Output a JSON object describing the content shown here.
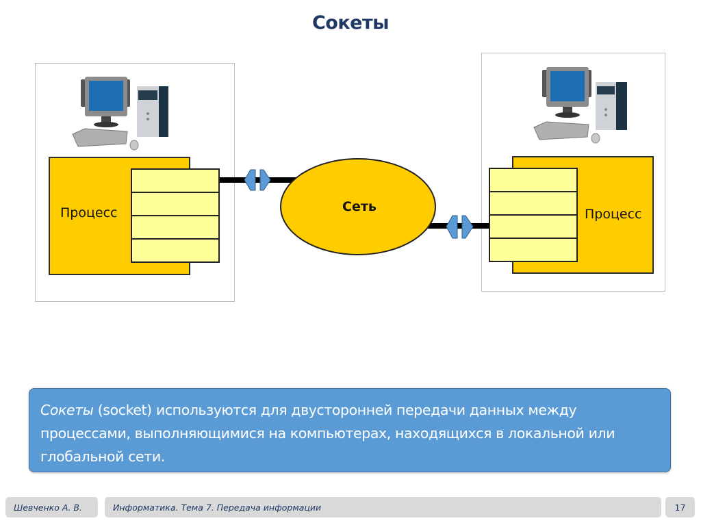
{
  "slide": {
    "title": "Сокеты",
    "diagram": {
      "left_process_label": "Процесс",
      "right_process_label": "Процесс",
      "network_label": "Сеть",
      "socket_rows": 4,
      "icons": [
        "desktop-computer-icon",
        "desktop-computer-icon",
        "connector-icon",
        "connector-icon"
      ]
    },
    "info": {
      "italic_term": "Сокеты",
      "text": " (socket) используются для двусторонней передачи данных между процессами, выполняющимися на компьютерах, находящихся в локальной или глобальной сети."
    },
    "footer": {
      "author": "Шевченко А. В.",
      "course": "Информатика. Тема 7. Передача информации",
      "page": "17"
    },
    "colors": {
      "process_fill": "#ffcc00",
      "socket_fill": "#ffff99",
      "info_box": "#5b9bd5",
      "connector": "#5b9bd5",
      "title": "#1f3864"
    }
  }
}
